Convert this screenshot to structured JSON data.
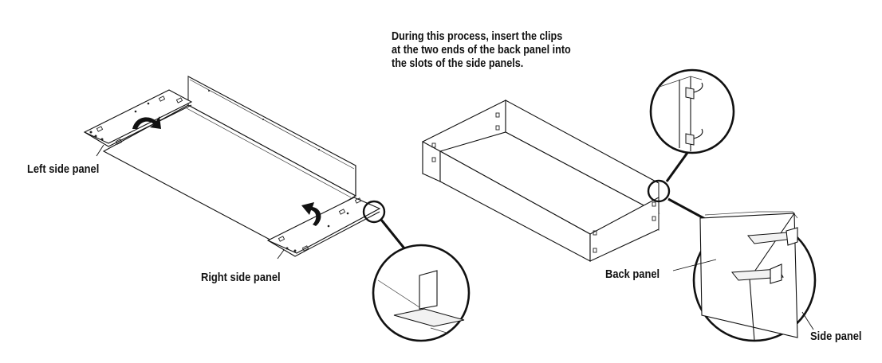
{
  "instruction": {
    "line1": "During this process, insert the clips",
    "line2": "at the two ends of the back panel into",
    "line3": "the slots of the side panels."
  },
  "labels": {
    "left_side_panel": "Left side panel",
    "right_side_panel": "Right side panel",
    "back_panel": "Back panel",
    "side_panel": "Side panel"
  }
}
